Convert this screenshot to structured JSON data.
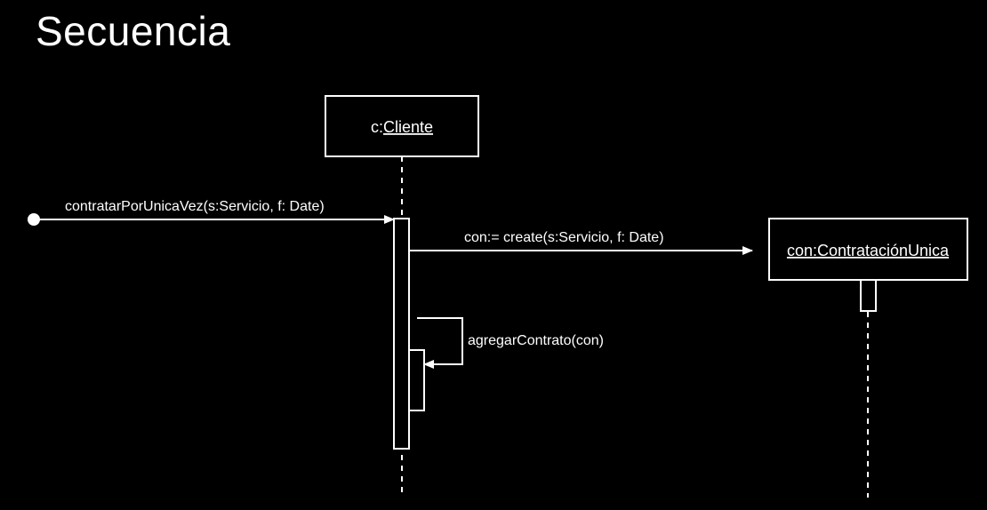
{
  "title": "Secuencia",
  "lifelines": {
    "cliente": {
      "prefix": "c:",
      "class_name": "Cliente"
    },
    "contratacion": {
      "prefix": "",
      "class_name": "con:ContrataciónUnica"
    }
  },
  "messages": {
    "found": "contratarPorUnicaVez(s:Servicio, f: Date)",
    "create": "con:= create(s:Servicio, f: Date)",
    "self_call": "agregarContrato(con)"
  },
  "colors": {
    "background": "#000000",
    "foreground": "#ffffff"
  }
}
